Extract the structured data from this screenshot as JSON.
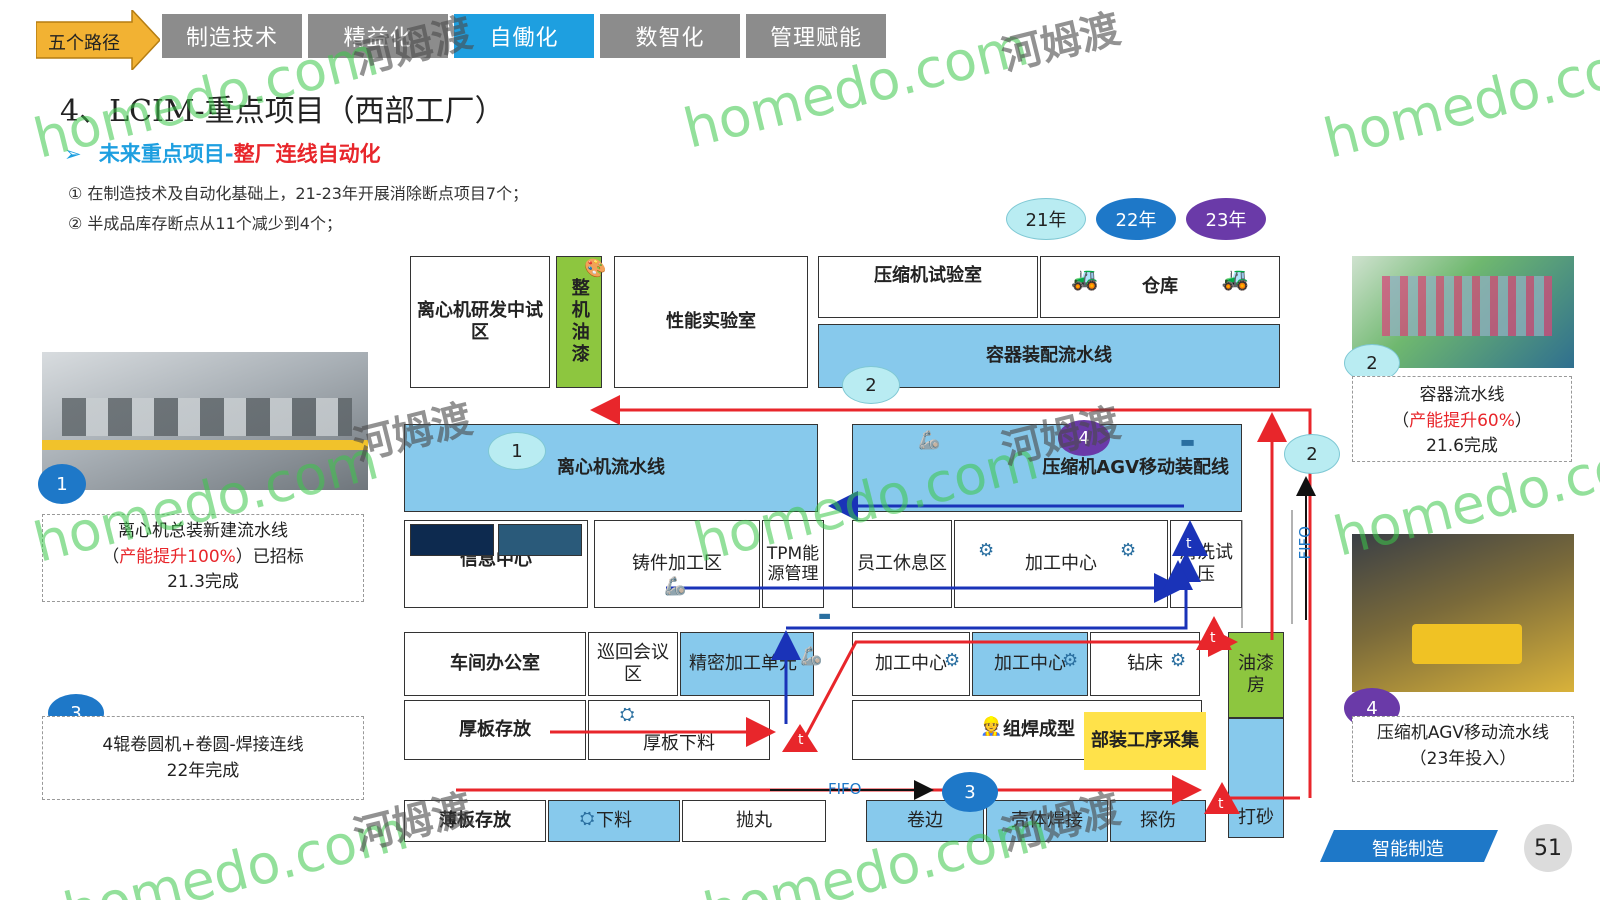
{
  "nav": {
    "path_label": "五个路径",
    "tabs": [
      {
        "label": "制造技术"
      },
      {
        "label": "精益化"
      },
      {
        "label": "自働化"
      },
      {
        "label": "数智化"
      },
      {
        "label": "管理赋能"
      }
    ]
  },
  "title": "4、LCIM-重点项目（西部工厂）",
  "subtitle": {
    "prefix": "未来重点项目-",
    "highlight": "整厂连线自动化"
  },
  "points": [
    "① 在制造技术及自动化基础上，21-23年开展消除断点项目7个；",
    "② 半成品库存断点从11个减少到4个；"
  ],
  "legend": [
    {
      "label": "21年",
      "color": "#b9ecf2"
    },
    {
      "label": "22年",
      "color": "#1e78c8"
    },
    {
      "label": "23年",
      "color": "#6a3aa8"
    }
  ],
  "layout": {
    "centrifuge_rd": "离心机研发中试区",
    "paint_whole": "整机油漆",
    "perf_lab": "性能实验室",
    "comp_lab": "压缩机试验室",
    "warehouse": "仓库",
    "vessel_line": "容器装配流水线",
    "centrifuge_line": "离心机流水线",
    "agv_line": "压缩机AGV移动装配线",
    "info_center": "信息中心",
    "casting": "铸件加工区",
    "tpm": "TPM能源管理",
    "staff_rest": "员工休息区",
    "machining_center": "加工中心",
    "clean_test": "清洗试压",
    "workshop_office": "车间办公室",
    "patrol_room": "巡回会议区",
    "precision_unit": "精密加工单元",
    "mc1": "加工中心",
    "mc2": "加工中心",
    "drill": "钻床",
    "paint_room": "油漆房",
    "thick_storage": "厚板存放",
    "thick_cut": "厚板下料",
    "weld_form": "组焊成型",
    "sub_assy": "部装工序采集",
    "thin_storage": "薄板存放",
    "cut": "下料",
    "shot_blast": "抛丸",
    "rolling": "卷边",
    "shell_weld": "壳体焊接",
    "flaw": "探伤",
    "sanding": "打砂",
    "fifo_h": "FIFO",
    "fifo_v": "FIFO"
  },
  "markers": {
    "t": "t",
    "n1": "1",
    "n2": "2",
    "n3": "3",
    "n4": "4"
  },
  "notes": {
    "n1": {
      "line1": "离心机总装新建流水线",
      "line2_red": "产能提升100%",
      "line2_open": "（",
      "line2_close": "）已招标",
      "line3": "21.3完成"
    },
    "n2": {
      "line1": "容器流水线",
      "line2_open": "（",
      "line2_red": "产能提升60%",
      "line2_close": "）",
      "line3": "21.6完成"
    },
    "n3": {
      "line1": "4辊卷圆机+卷圆-焊接连线",
      "line2": "22年完成"
    },
    "n4": {
      "line1": "压缩机AGV移动流水线",
      "line2": "（23年投入）"
    }
  },
  "footer": {
    "badge": "智能制造",
    "page": "51"
  },
  "watermark": {
    "text": "homedo.com",
    "cn": "河姆渡"
  },
  "colors": {
    "accent_blue": "#1e9fe0",
    "red": "#e8262b",
    "nav_gray": "#8c8c8c",
    "legend_22": "#1e78c8",
    "legend_23": "#6a3aa8"
  }
}
